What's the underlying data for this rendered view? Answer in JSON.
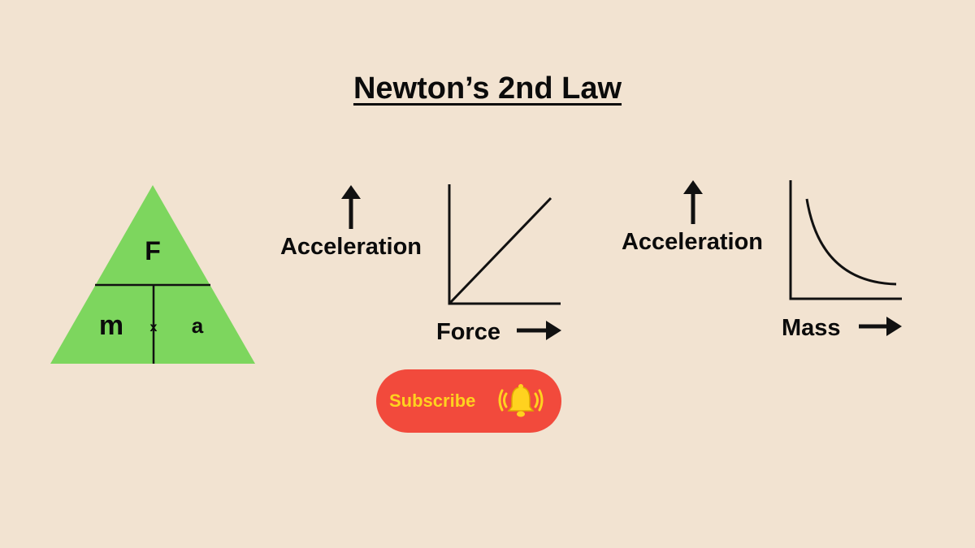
{
  "title": "Newton’s 2nd Law",
  "triangle": {
    "top_label": "F",
    "left_label": "m",
    "right_label": "a",
    "operator": "x",
    "color": "#7dd65e"
  },
  "graph_force": {
    "y_label": "Acceleration",
    "x_label": "Force",
    "relationship": "linear"
  },
  "graph_mass": {
    "y_label": "Acceleration",
    "x_label": "Mass",
    "relationship": "inverse"
  },
  "subscribe": {
    "label": "Subscribe",
    "icon": "bell-icon",
    "button_color": "#f24a3c",
    "text_color": "#ffd21f"
  }
}
